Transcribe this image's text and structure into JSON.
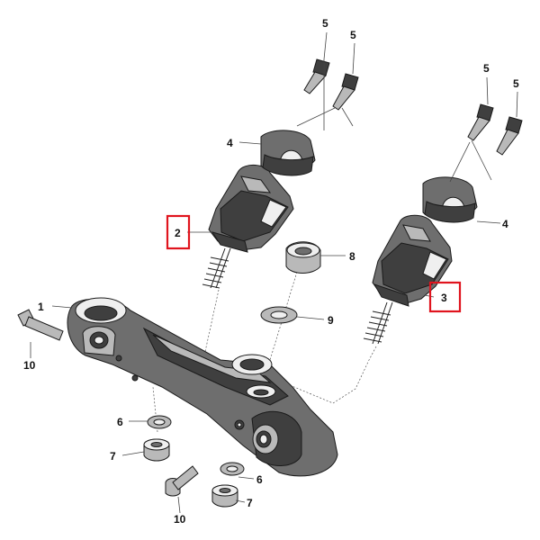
{
  "callouts": [
    {
      "id": "c1",
      "text": "1"
    },
    {
      "id": "c2",
      "text": "2"
    },
    {
      "id": "c3",
      "text": "3"
    },
    {
      "id": "c4a",
      "text": "4"
    },
    {
      "id": "c4b",
      "text": "4"
    },
    {
      "id": "c5a",
      "text": "5"
    },
    {
      "id": "c5b",
      "text": "5"
    },
    {
      "id": "c5c",
      "text": "5"
    },
    {
      "id": "c5d",
      "text": "5"
    },
    {
      "id": "c6a",
      "text": "6"
    },
    {
      "id": "c6b",
      "text": "6"
    },
    {
      "id": "c7a",
      "text": "7"
    },
    {
      "id": "c7b",
      "text": "7"
    },
    {
      "id": "c8",
      "text": "8"
    },
    {
      "id": "c9",
      "text": "9"
    },
    {
      "id": "c10a",
      "text": "10"
    },
    {
      "id": "c10b",
      "text": "10"
    }
  ],
  "highlight_color": "#e0141e",
  "highlighted_parts": [
    "2",
    "3"
  ]
}
